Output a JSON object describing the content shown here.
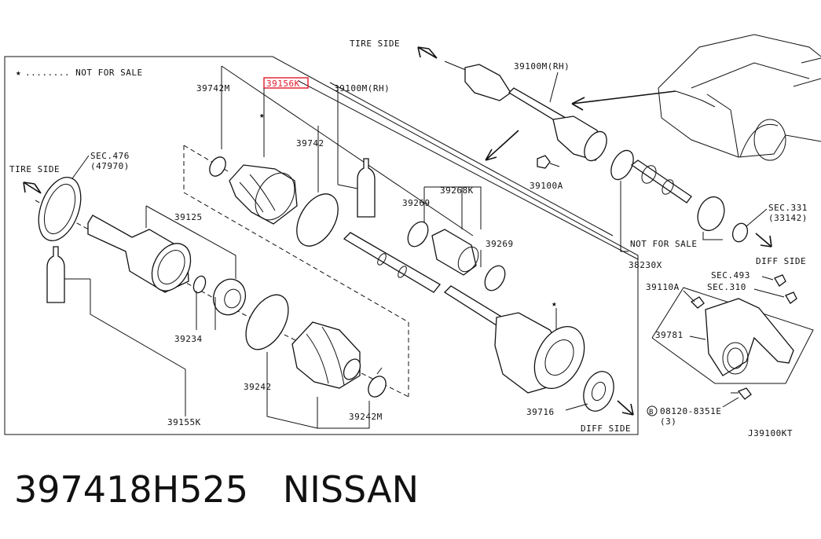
{
  "legend": {
    "star": "★",
    "text": "........ NOT FOR SALE"
  },
  "directions": {
    "tire_side_top": "TIRE SIDE",
    "tire_side_left": "TIRE SIDE",
    "diff_side_right": "DIFF SIDE",
    "diff_side_bottom": "DIFF SIDE"
  },
  "callouts": {
    "p39742M": "39742M",
    "p39156K": "39156K",
    "p39100M_box": "39100M(RH)",
    "p39100M_top": "39100M(RH)",
    "p39742": "39742",
    "sec476": "SEC.476",
    "sec476_ref": "(47970)",
    "p39125": "39125",
    "p39269a": "39269",
    "p39268K": "39268K",
    "p39269b": "39269",
    "p39234": "39234",
    "p39242": "39242",
    "p39242M": "39242M",
    "p39155K": "39155K",
    "p39716": "39716",
    "p39100A": "39100A",
    "not_for_sale": "NOT FOR SALE",
    "p38230X": "38230X",
    "sec331": "SEC.331",
    "sec331_ref": "(33142)",
    "sec493": "SEC.493",
    "p39110A": "39110A",
    "sec310": "SEC.310",
    "p39781": "39781",
    "bolt_code": "08120-8351E",
    "bolt_qty": "(3)",
    "bolt_marker": "B",
    "diagram_id": "J39100KT"
  },
  "footer": {
    "part_number": "397418H525",
    "brand": "NISSAN"
  },
  "colors": {
    "highlight": "#e0192b",
    "ink": "#111111"
  }
}
